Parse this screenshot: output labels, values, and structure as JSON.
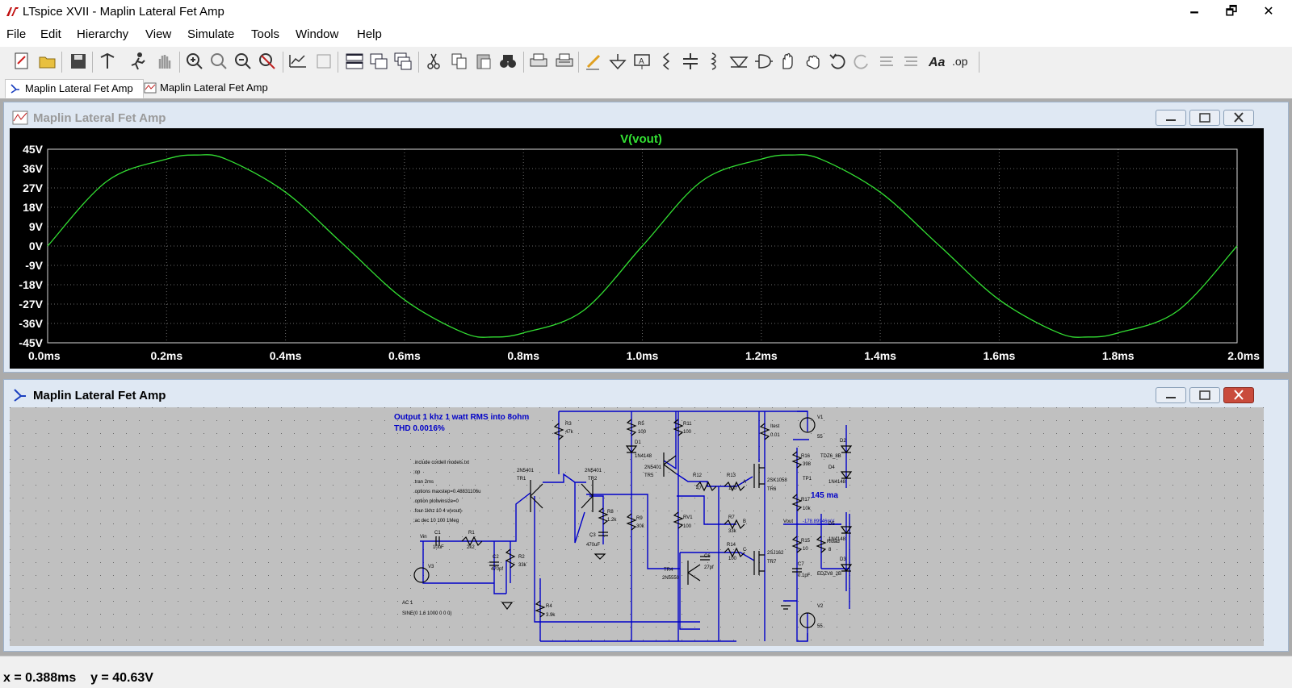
{
  "app": {
    "title": "LTspice XVII - Maplin Lateral Fet Amp",
    "minimize": "🗕",
    "restore": "🗗",
    "close": "✕"
  },
  "menu": [
    "File",
    "Edit",
    "Hierarchy",
    "View",
    "Simulate",
    "Tools",
    "Window",
    "Help"
  ],
  "toolbar_icons": [
    "new-schematic-icon",
    "open-icon",
    "save-icon",
    "control-panel-icon",
    "run-icon",
    "halt-icon",
    "zoom-in-icon",
    "zoom-pan-icon",
    "zoom-out-icon",
    "zoom-cancel-icon",
    "autorange-icon",
    "waveform-icon",
    "tile-horizontal-icon",
    "tile-vertical-icon",
    "cascade-icon",
    "cut-icon",
    "copy-icon",
    "paste-icon",
    "find-icon",
    "print-icon",
    "print-setup-icon",
    "draw-wire-icon",
    "ground-icon",
    "label-net-icon",
    "resistor-icon",
    "capacitor-icon",
    "inductor-icon",
    "diode-icon",
    "component-icon",
    "move-icon",
    "drag-icon",
    "undo-icon",
    "redo-icon",
    "rotate-icon",
    "mirror-icon",
    "text-icon",
    "spice-directive-icon"
  ],
  "toolbar_labels": {
    "text": "Aa",
    "spice": ".op"
  },
  "tabs": [
    {
      "label": "Maplin Lateral Fet Amp",
      "kind": "schematic"
    },
    {
      "label": "Maplin Lateral Fet Amp",
      "kind": "waveform"
    }
  ],
  "waveform_window": {
    "title": "Maplin Lateral Fet Amp"
  },
  "schematic_window": {
    "title": "Maplin Lateral Fet Amp"
  },
  "colors": {
    "trace": "#33e033",
    "grid": "#6a6a6a",
    "axis_label": "#ffffff",
    "wire": "#0000c8",
    "component": "#000000"
  },
  "chart_data": {
    "type": "line",
    "title": "V(vout)",
    "xlabel": "",
    "ylabel": "",
    "x_ticks": [
      "0.0ms",
      "0.2ms",
      "0.4ms",
      "0.6ms",
      "0.8ms",
      "1.0ms",
      "1.2ms",
      "1.4ms",
      "1.6ms",
      "1.8ms",
      "2.0ms"
    ],
    "y_ticks": [
      "45V",
      "36V",
      "27V",
      "18V",
      "9V",
      "0V",
      "-9V",
      "-18V",
      "-27V",
      "-36V",
      "-45V"
    ],
    "xlim": [
      0,
      2.0
    ],
    "ylim": [
      -45,
      45
    ],
    "grid": true,
    "series": [
      {
        "name": "V(vout)",
        "x": [
          0,
          0.1,
          0.2,
          0.25,
          0.3,
          0.4,
          0.5,
          0.6,
          0.7,
          0.75,
          0.8,
          0.9,
          1.0,
          1.1,
          1.2,
          1.25,
          1.3,
          1.4,
          1.5,
          1.6,
          1.7,
          1.75,
          1.8,
          1.9,
          2.0
        ],
        "y": [
          0,
          30.2,
          40.4,
          42.3,
          40.4,
          25.0,
          0,
          -25.0,
          -40.4,
          -42.3,
          -40.4,
          -30.2,
          0,
          30.2,
          40.4,
          42.3,
          40.4,
          25.0,
          0,
          -25.0,
          -40.4,
          -42.3,
          -40.4,
          -30.2,
          0
        ]
      }
    ]
  },
  "schematic": {
    "comment": [
      "Output 1 khz 1 watt RMS into 8ohm",
      "THD 0.0016%"
    ],
    "directives": [
      ".include cordell models.txt",
      ";op",
      ".tran 2ms",
      ".options maxstep=0.48831106u",
      ".option plotwinsize=0",
      ".four 1khz 10 4 v(vout)",
      ";ac dec 10 100 1Meg"
    ],
    "source_text": [
      "AC 1",
      "SINE(0 1.6 1000 0 0 0)"
    ],
    "labels": {
      "vin": "Vin",
      "c1": "C1",
      "c1v": "10uF",
      "r1": "R1",
      "r1v": "2k2",
      "c2": "C2",
      "c2v": "470pf",
      "r2": "R2",
      "r2v": "33k",
      "v3": "V3",
      "r3": "R3",
      "r3v": "47k",
      "tr1t": "2N5401",
      "tr1": "TR1",
      "tr2t": "2N5401",
      "tr2": "TR2",
      "r4": "R4",
      "r4v": "3.9k",
      "r5": "R5",
      "r5v": "100",
      "d1": "D1",
      "d1v": "1N4148",
      "r8": "R8",
      "r8v": "1.2k",
      "c3": "C3",
      "c3v": "470uF",
      "r9": "R9",
      "r9v": "30k",
      "r11": "R11",
      "r11v": "100",
      "tr5t": "2N5401",
      "tr5": "TR5",
      "r12": "R12",
      "r12v": "47",
      "rv1": "RV1",
      "rv1v": "100",
      "tr4": "TR4",
      "tr4t": "2N5550",
      "c6": "C6",
      "c6v": "27pf",
      "r13": "R13",
      "r13v": "100",
      "r7": "R7",
      "r7v": "33k",
      "r14": "R14",
      "r14v": "100",
      "nA": "A",
      "nB": "B",
      "nC": "C",
      "itest": "Itest",
      "itestv": "0.01",
      "tr6t": "2SK1058",
      "tr6": "TR6",
      "tr7t": "2SJ162",
      "tr7": "TR7",
      "v1": "V1",
      "v1v": "55",
      "v2": "V2",
      "v2v": "55",
      "r16": "R16",
      "r16v": "398",
      "tp1": "TP1",
      "r17": "R17",
      "r17v": "10k",
      "vout": "Vout",
      "voutv": "-178.89946mV",
      "r15": "R15",
      "r15v": "10",
      "c7": "C7",
      "c7v": "0.1pF",
      "rload": "Rload",
      "rloadv": "8",
      "d2": "D2",
      "d2v": "TDZ6_8B",
      "d4": "D4",
      "d4v": "1N4148",
      "d5": "D5",
      "d5v": "1N4148",
      "d3": "D3",
      "d3v": "EDZV8_2B",
      "ma": "145 ma"
    }
  },
  "status": {
    "x": "x = 0.388ms",
    "y": "y = 40.63V"
  }
}
